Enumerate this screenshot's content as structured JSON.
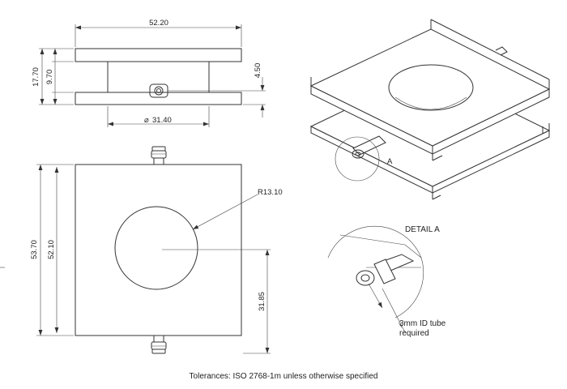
{
  "dimensions": {
    "width_top": "52.20",
    "height_total": "17.70",
    "height_gap": "9.70",
    "tube_offset": "4.50",
    "hole_diameter": "31.40",
    "hole_radius": "R13.10",
    "height_plan": "53.70",
    "plate_plan": "52.10",
    "hole_center": "31.85"
  },
  "labels": {
    "detail_marker": "A",
    "detail_title": "DETAIL A",
    "tube_note_line1": "3mm ID tube",
    "tube_note_line2": "required"
  },
  "footer": {
    "tolerances": "Tolerances: ISO 2768-1m unless otherwise specified"
  },
  "colors": {
    "line": "#333333",
    "background": "#ffffff"
  }
}
